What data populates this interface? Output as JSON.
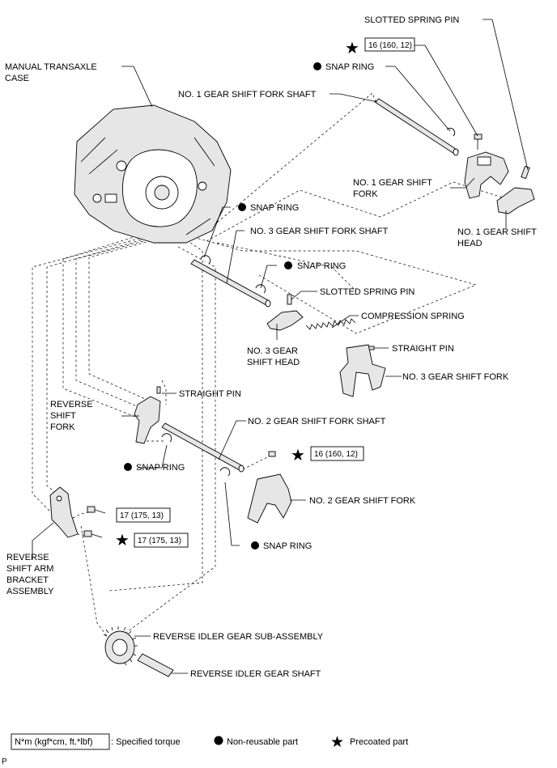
{
  "labels": {
    "slotted_spring_pin_top": "SLOTTED SPRING PIN",
    "snap_ring_top": "SNAP RING",
    "manual_transaxle_case_l1": "MANUAL TRANSAXLE",
    "manual_transaxle_case_l2": "CASE",
    "no1_shaft": "NO. 1 GEAR SHIFT FORK SHAFT",
    "no1_fork_l1": "NO. 1 GEAR SHIFT",
    "no1_fork_l2": "FORK",
    "no1_head_l1": "NO. 1 GEAR SHIFT",
    "no1_head_l2": "HEAD",
    "snap_ring_2": "SNAP RING",
    "no3_shaft": "NO. 3 GEAR SHIFT FORK SHAFT",
    "snap_ring_3": "SNAP RING",
    "slotted_spring_pin_mid": "SLOTTED SPRING PIN",
    "compression_spring": "COMPRESSION SPRING",
    "no3_head_l1": "NO. 3 GEAR",
    "no3_head_l2": "SHIFT HEAD",
    "straight_pin_right": "STRAIGHT PIN",
    "no3_fork": "NO. 3 GEAR SHIFT FORK",
    "straight_pin_left": "STRAIGHT PIN",
    "reverse_fork_l1": "REVERSE",
    "reverse_fork_l2": "SHIFT",
    "reverse_fork_l3": "FORK",
    "no2_shaft": "NO. 2 GEAR SHIFT FORK SHAFT",
    "snap_ring_4": "SNAP RING",
    "no2_fork": "NO. 2 GEAR SHIFT FORK",
    "snap_ring_5": "SNAP RING",
    "reverse_bracket_l1": "REVERSE",
    "reverse_bracket_l2": "SHIFT ARM",
    "reverse_bracket_l3": "BRACKET",
    "reverse_bracket_l4": "ASSEMBLY",
    "reverse_idler_gear": "REVERSE IDLER GEAR SUB-ASSEMBLY",
    "reverse_idler_shaft": "REVERSE IDLER GEAR SHAFT"
  },
  "torques": {
    "top_bolt": "16 (160, 12)",
    "no2_fork_bolt": "16 (160, 12)",
    "bracket_bolt_1": "17 (175, 13)",
    "bracket_bolt_2": "17 (175, 13)"
  },
  "legend": {
    "torque_unit": "N*m (kgf*cm, ft.*lbf)",
    "torque_desc": ": Specified torque",
    "non_reusable": "Non-reusable part",
    "precoated": "Precoated part"
  },
  "corner_mark": "P"
}
